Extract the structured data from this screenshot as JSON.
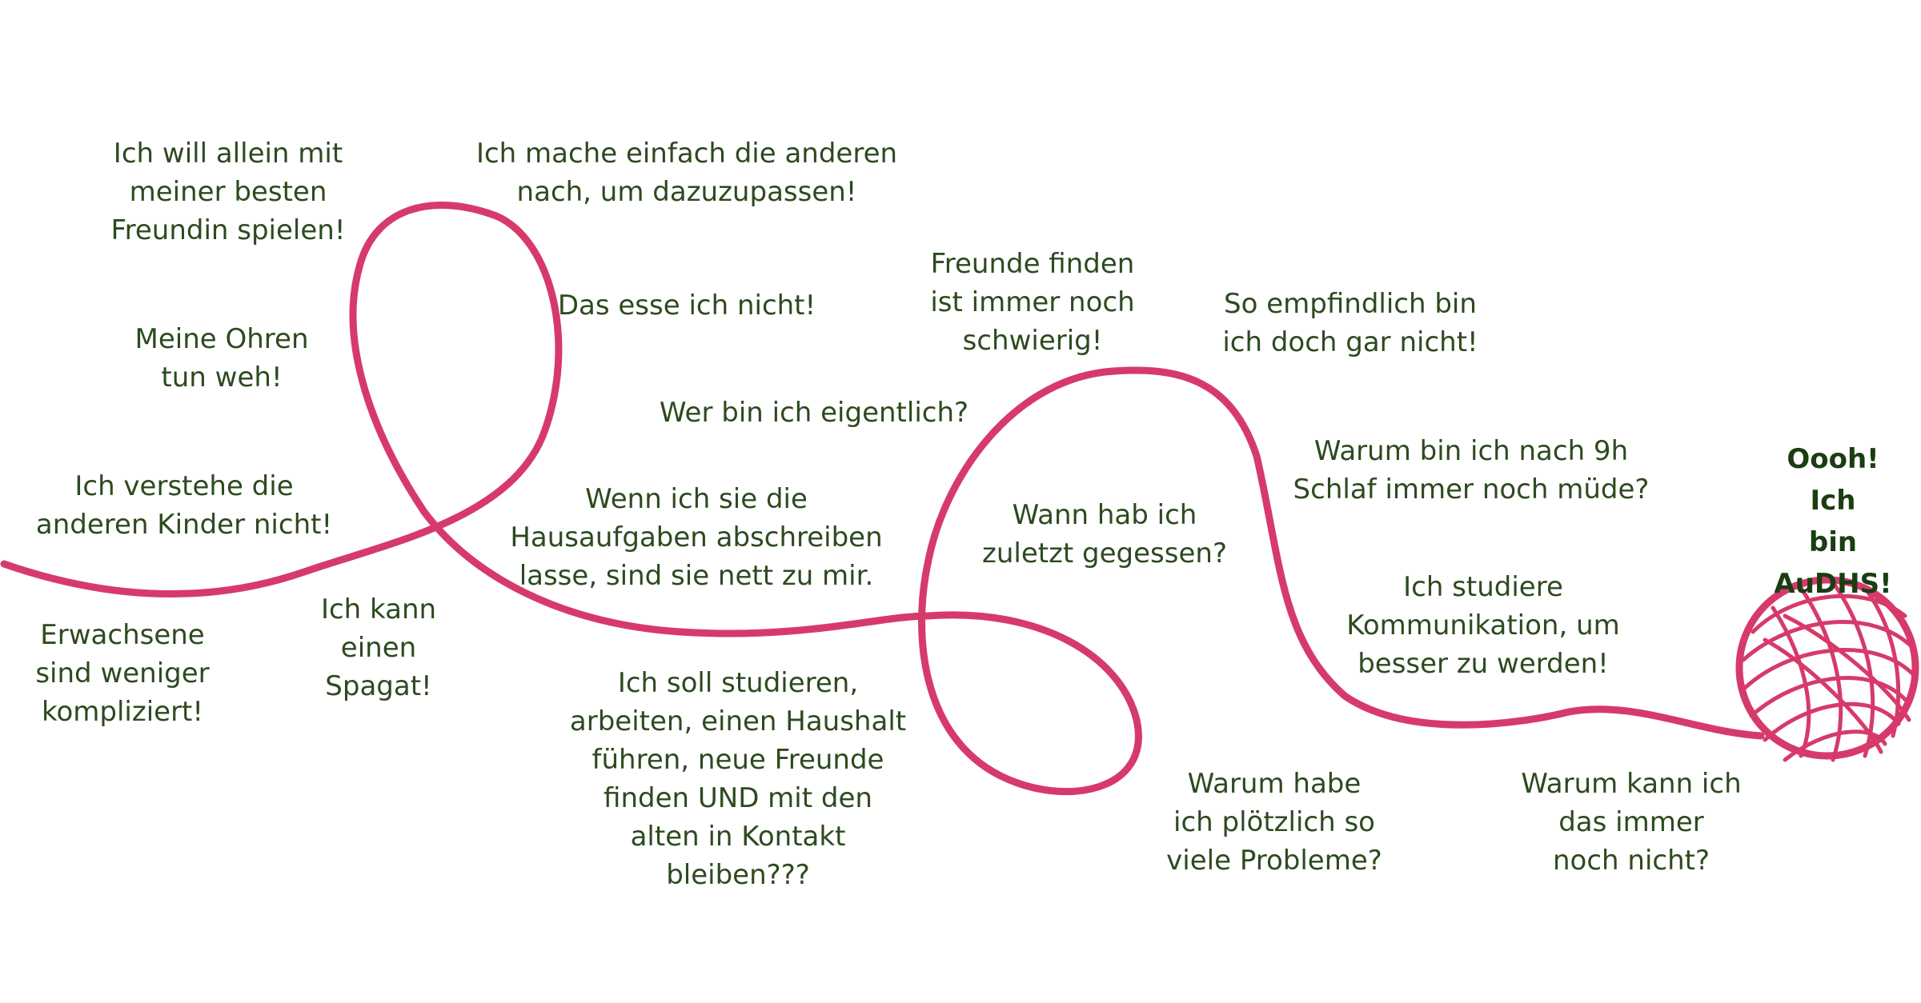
{
  "colors": {
    "thread": "#d63a6b",
    "text": "#2d4a1f",
    "final_text": "#1a3d12",
    "background": "#ffffff"
  },
  "labels": {
    "l01": "Ich will allein mit\nmeiner besten\nFreundin spielen!",
    "l02": "Ich mache einfach die anderen\nnach, um dazuzupassen!",
    "l03": "Das esse ich nicht!",
    "l04": "Meine Ohren\ntun weh!",
    "l05": "Ich verstehe die\nanderen Kinder nicht!",
    "l06": "Erwachsene\nsind weniger\nkompliziert!",
    "l07": "Ich kann\neinen\nSpagat!",
    "l08": "Wenn ich sie die\nHausaufgaben abschreiben\nlasse, sind sie nett zu mir.",
    "l09": "Wer bin ich eigentlich?",
    "l10": "Ich soll studieren,\narbeiten, einen Haushalt\nführen, neue Freunde\nfinden UND mit den\nalten in Kontakt\nbleiben???",
    "l11": "Freunde finden\nist immer noch\nschwierig!",
    "l12": "Wann hab ich\nzuletzt gegessen?",
    "l13": "So empfindlich bin\nich doch gar nicht!",
    "l14": "Warum bin ich nach 9h\nSchlaf immer noch müde?",
    "l15": "Ich studiere\nKommunikation, um\nbesser zu werden!",
    "l16": "Warum habe\nich plötzlich so\nviele Probleme?",
    "l17": "Warum kann ich\ndas immer\nnoch nicht?",
    "final": "Oooh! Ich\nbin AuDHS!"
  }
}
